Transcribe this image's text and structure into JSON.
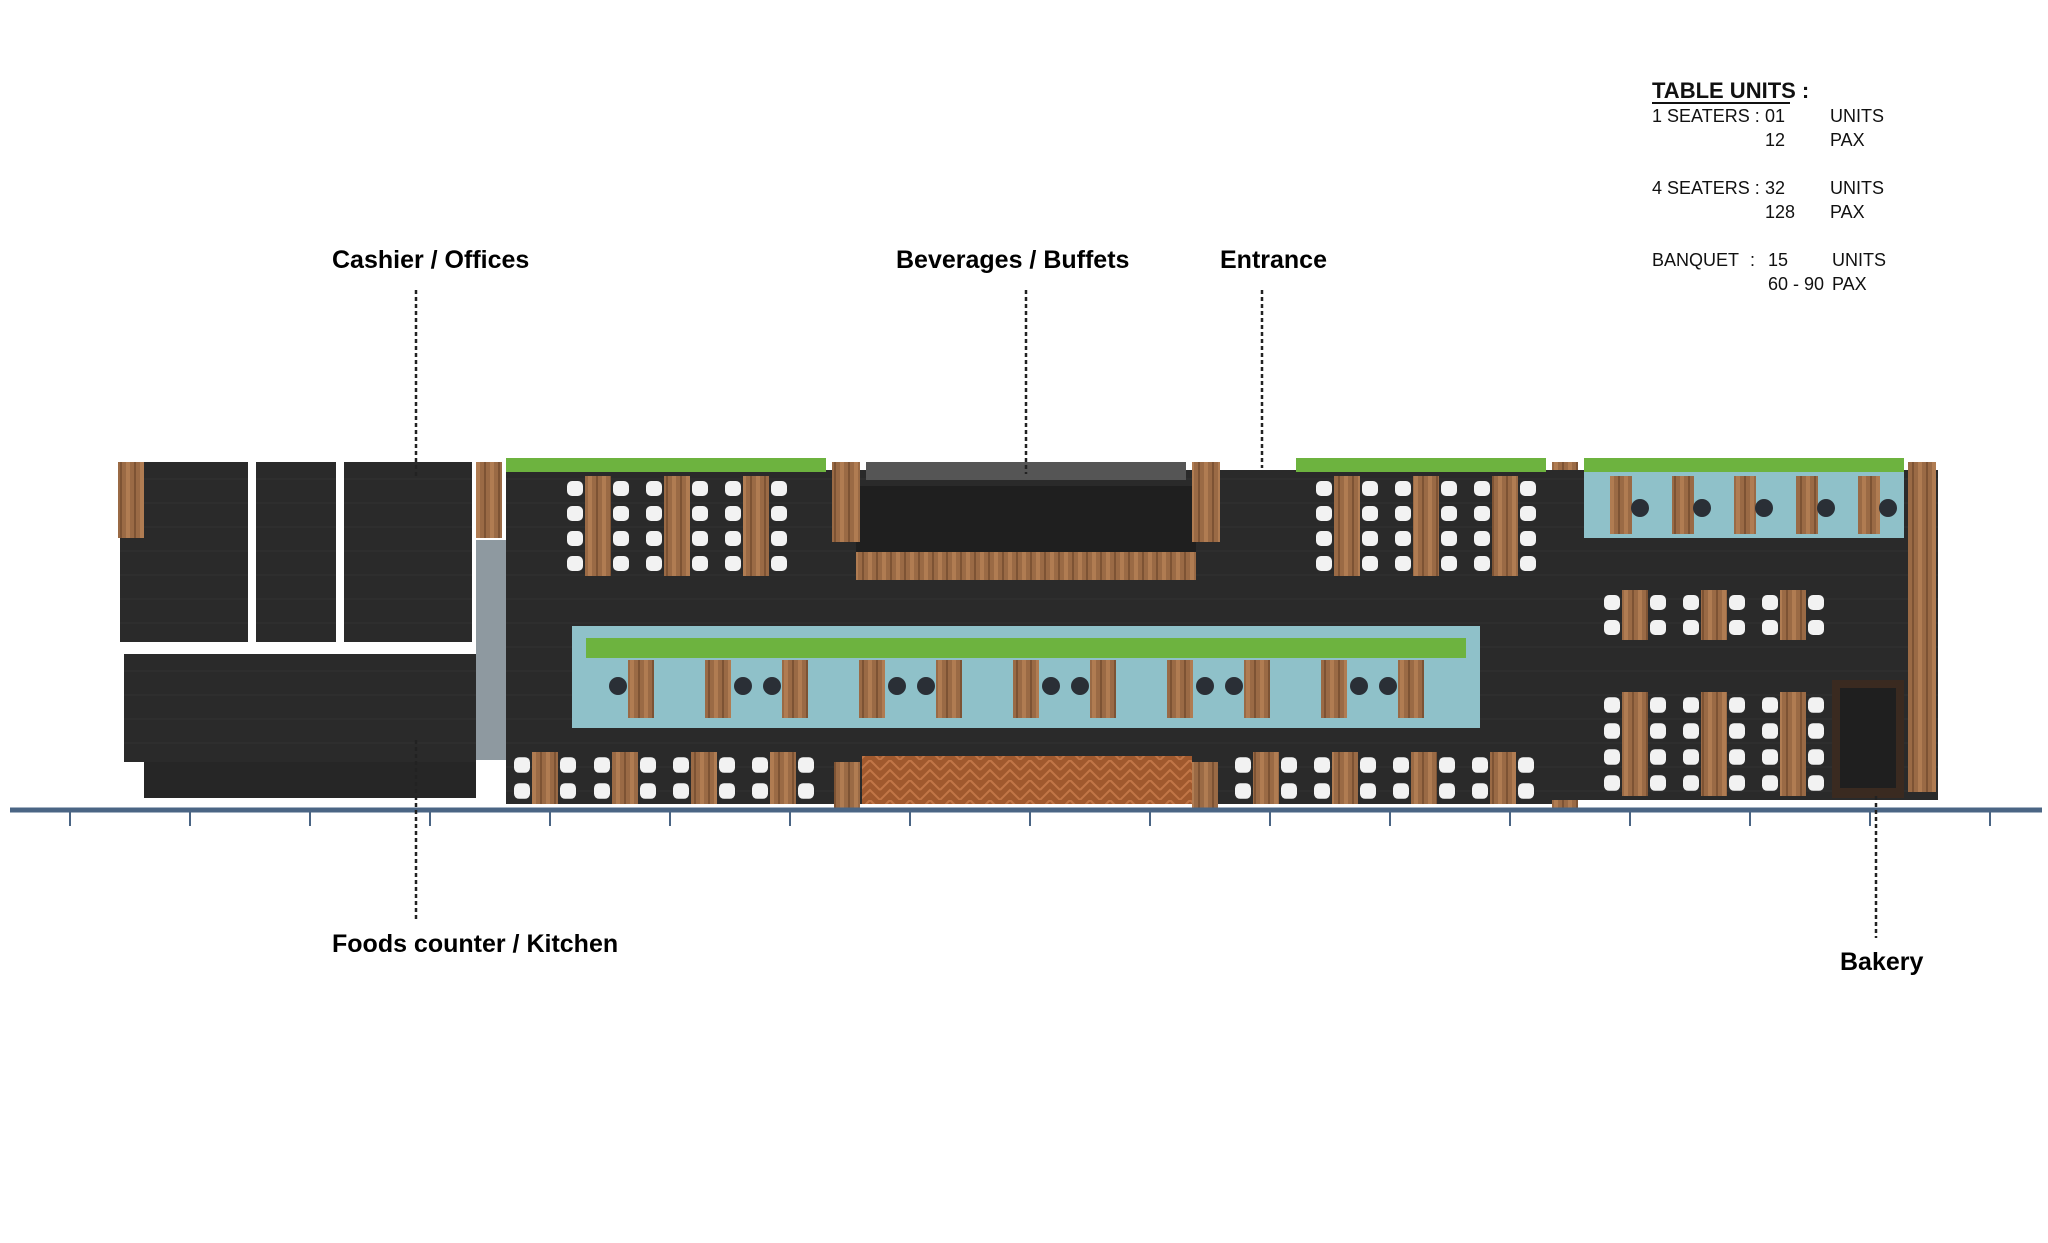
{
  "labels": {
    "cashier": "Cashier / Offices",
    "beverages": "Beverages / Buffets",
    "entrance": "Entrance",
    "foods": "Foods counter / Kitchen",
    "bakery": "Bakery"
  },
  "legend": {
    "title": "TABLE UNITS :",
    "rows": [
      {
        "label": "1 SEATERS :",
        "value": "01",
        "unit": "UNITS"
      },
      {
        "label": "",
        "value": "12",
        "unit": "PAX"
      },
      {
        "label": "4 SEATERS :",
        "value": "32",
        "unit": "UNITS"
      },
      {
        "label": "",
        "value": "128",
        "unit": "PAX"
      },
      {
        "label": "BANQUET",
        "colon": ":",
        "value": "15",
        "unit": "UNITS"
      },
      {
        "label": "",
        "value": "60 - 90",
        "unit": "PAX"
      }
    ]
  },
  "colors": {
    "floor": "#2b2b2b",
    "wood": "#9a6a45",
    "glass": "#8fc1c9",
    "plant": "#6db33f",
    "seat": "#f2f2f2",
    "wall_line": "#4a6584"
  }
}
